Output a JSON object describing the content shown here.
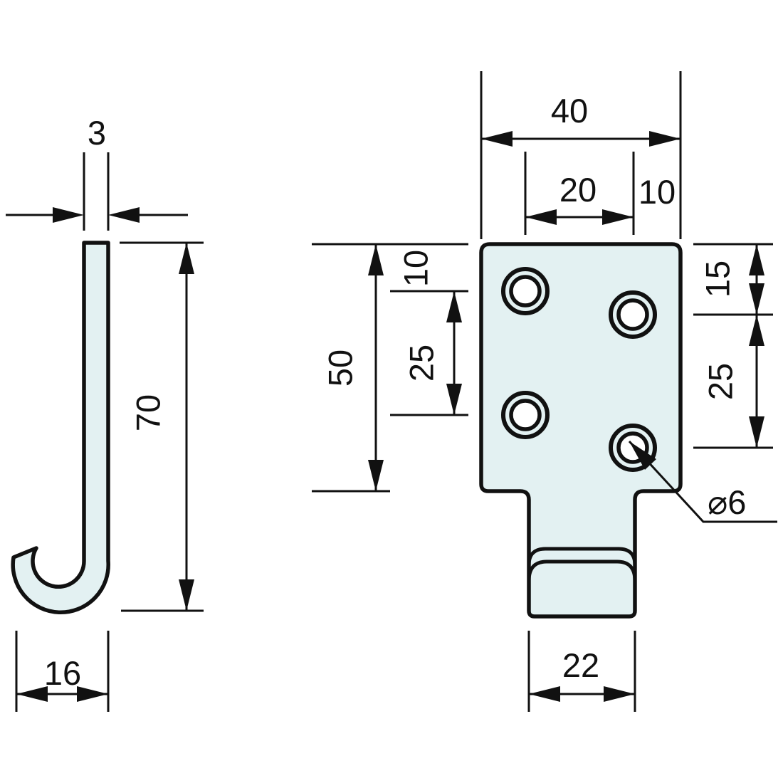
{
  "drawing": {
    "type": "technical-dimension-drawing",
    "subject": "J-hook mounting bracket, side view and front view",
    "colors": {
      "part_fill": "#e3f1f2",
      "line": "#111111",
      "background": "#ffffff"
    },
    "dims": {
      "thickness": "3",
      "height": "70",
      "depth": "16",
      "plate_width": "40",
      "hole_spacing_h": "20",
      "hole_edge_offset": "10",
      "plate_height": "50",
      "hole_top_offset_left": "10",
      "hole_spacing_left": "25",
      "hole_top_offset_right": "15",
      "hole_spacing_right": "25",
      "stem_width": "22",
      "hole_diameter": "⌀6"
    }
  }
}
